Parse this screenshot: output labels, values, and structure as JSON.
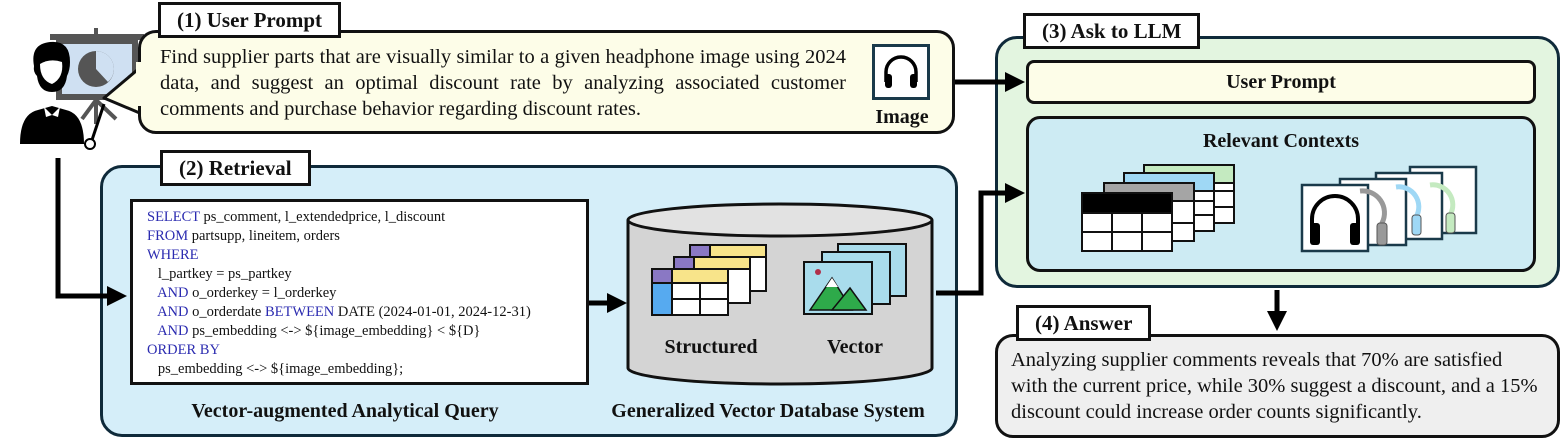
{
  "steps": {
    "user_prompt": {
      "tag": "(1) User Prompt",
      "text": "Find supplier parts that are visually similar to a given headphone image using 2024 data, and suggest an optimal discount rate by analyzing associated customer comments and purchase behavior regarding discount rates.",
      "image_label": "Image",
      "icons": [
        "user-presenter-icon",
        "headphone-icon"
      ]
    },
    "retrieval": {
      "tag": "(2) Retrieval",
      "sql_lines": [
        [
          {
            "t": "SELECT",
            "kw": true
          },
          {
            "t": " ps_comment, l_extendedprice, l_discount",
            "kw": false
          }
        ],
        [
          {
            "t": "FROM",
            "kw": true
          },
          {
            "t": " partsupp, lineitem, orders",
            "kw": false
          }
        ],
        [
          {
            "t": "WHERE",
            "kw": true
          }
        ],
        [
          {
            "t": "   l_partkey = ps_partkey",
            "kw": false
          }
        ],
        [
          {
            "t": "   AND",
            "kw": true
          },
          {
            "t": " o_orderkey = l_orderkey",
            "kw": false
          }
        ],
        [
          {
            "t": "   AND",
            "kw": true
          },
          {
            "t": " o_orderdate ",
            "kw": false
          },
          {
            "t": "BETWEEN",
            "kw": true
          },
          {
            "t": " DATE (2024-01-01, 2024-12-31)",
            "kw": false
          }
        ],
        [
          {
            "t": "   AND",
            "kw": true
          },
          {
            "t": " ps_embedding <-> ${image_embedding} < ${D}",
            "kw": false
          }
        ],
        [
          {
            "t": "ORDER BY",
            "kw": true
          }
        ],
        [
          {
            "t": "   ps_embedding <-> ${image_embedding};",
            "kw": false
          }
        ]
      ],
      "query_caption": "Vector-augmented Analytical Query",
      "db_caption": "Generalized Vector Database System",
      "db_structured_label": "Structured",
      "db_vector_label": "Vector"
    },
    "ask_llm": {
      "tag": "(3) Ask to LLM",
      "user_prompt_label": "User Prompt",
      "contexts_label": "Relevant Contexts"
    },
    "answer": {
      "tag": "(4) Answer",
      "text": "Analyzing supplier comments reveals that 70% are satisfied with the current price, while 30% suggest a discount, and a 15% discount could increase order counts significantly."
    }
  },
  "colors": {
    "prompt_bg": "#fdfde8",
    "retrieval_bg": "#d5eef9",
    "llm_bg": "#e3f5e0",
    "contexts_bg": "#cdebf3",
    "answer_bg": "#efefef",
    "keyword": "#2b2bb0",
    "db_gray": "#d4d4d4"
  }
}
